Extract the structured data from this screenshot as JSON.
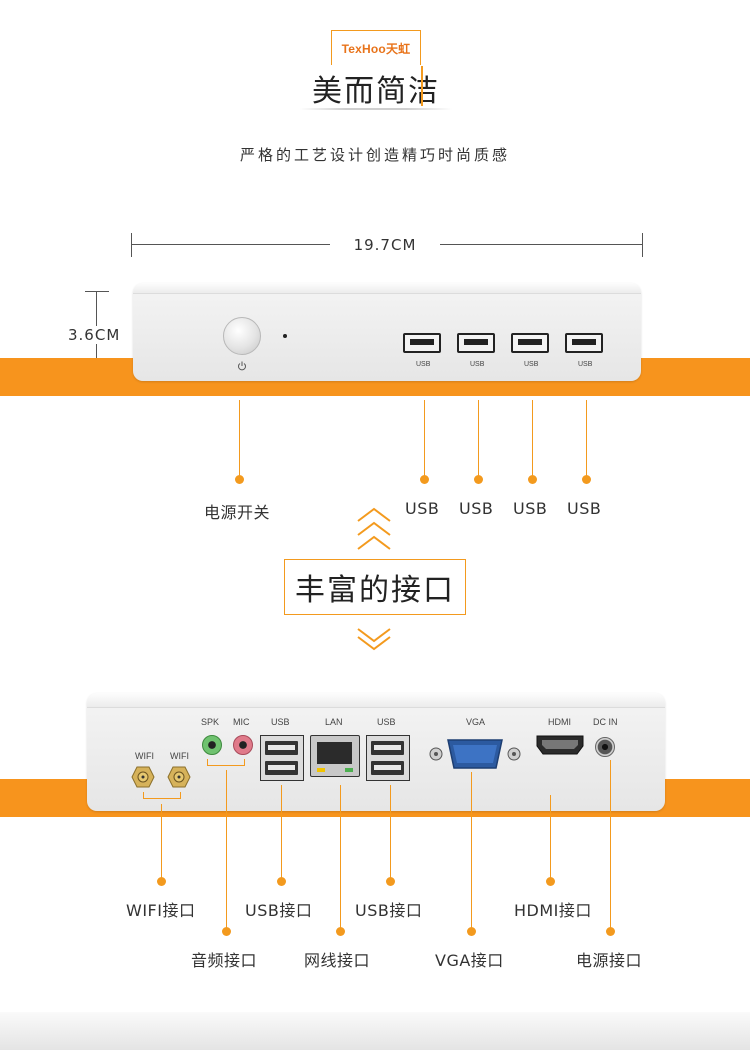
{
  "brand": {
    "logo": "TexHoo天虹",
    "accent": "#f7941d"
  },
  "section1": {
    "title": "美而简洁",
    "subtitle": "严格的工艺设计创造精巧时尚质感",
    "width_label": "19.7CM",
    "height_label": "3.6CM",
    "front_port_labels": [
      "USB",
      "USB",
      "USB",
      "USB"
    ],
    "callouts": {
      "power": "电源开关",
      "usb1": "USB",
      "usb2": "USB",
      "usb3": "USB",
      "usb4": "USB"
    }
  },
  "section2": {
    "title": "丰富的接口",
    "rear_labels": {
      "wifi1": "WIFI",
      "wifi2": "WIFI",
      "spk": "SPK",
      "mic": "MIC",
      "usb_left": "USB",
      "lan": "LAN",
      "usb_right": "USB",
      "vga": "VGA",
      "hdmi": "HDMI",
      "dcin": "DC IN"
    },
    "callouts": {
      "wifi": "WIFI接口",
      "audio": "音频接口",
      "usb_left": "USB接口",
      "lan": "网线接口",
      "usb_right": "USB接口",
      "vga": "VGA接口",
      "hdmi": "HDMI接口",
      "power": "电源接口"
    }
  },
  "icons": [
    "power-icon",
    "chevron-up-icon",
    "chevron-down-icon",
    "wifi-antenna-connector-icon",
    "audio-jack-icon",
    "usb-port-icon",
    "ethernet-port-icon",
    "vga-port-icon",
    "hdmi-port-icon",
    "dc-jack-icon"
  ]
}
